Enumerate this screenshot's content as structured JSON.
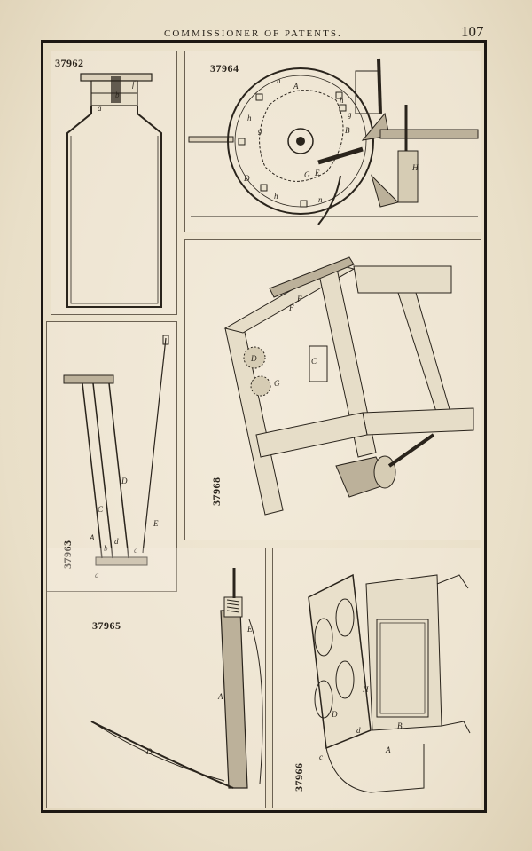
{
  "header": {
    "title": "COMMISSIONER OF PATENTS.",
    "page_number": "107"
  },
  "figures": [
    {
      "id": "37962",
      "letters": [
        "f",
        "b",
        "a"
      ]
    },
    {
      "id": "37964",
      "letters": [
        "h",
        "A",
        "h",
        "g",
        "h",
        "g",
        "B",
        "D",
        "G",
        "E",
        "h",
        "n",
        "H"
      ]
    },
    {
      "id": "37963",
      "letters": [
        "A",
        "C",
        "D",
        "E",
        "a",
        "b",
        "d",
        "c"
      ]
    },
    {
      "id": "37968",
      "letters": [
        "F",
        "F",
        "C",
        "D",
        "G"
      ]
    },
    {
      "id": "37965",
      "letters": [
        "E",
        "A",
        "D"
      ]
    },
    {
      "id": "37966",
      "letters": [
        "H",
        "D",
        "A",
        "B",
        "c",
        "d"
      ]
    }
  ]
}
